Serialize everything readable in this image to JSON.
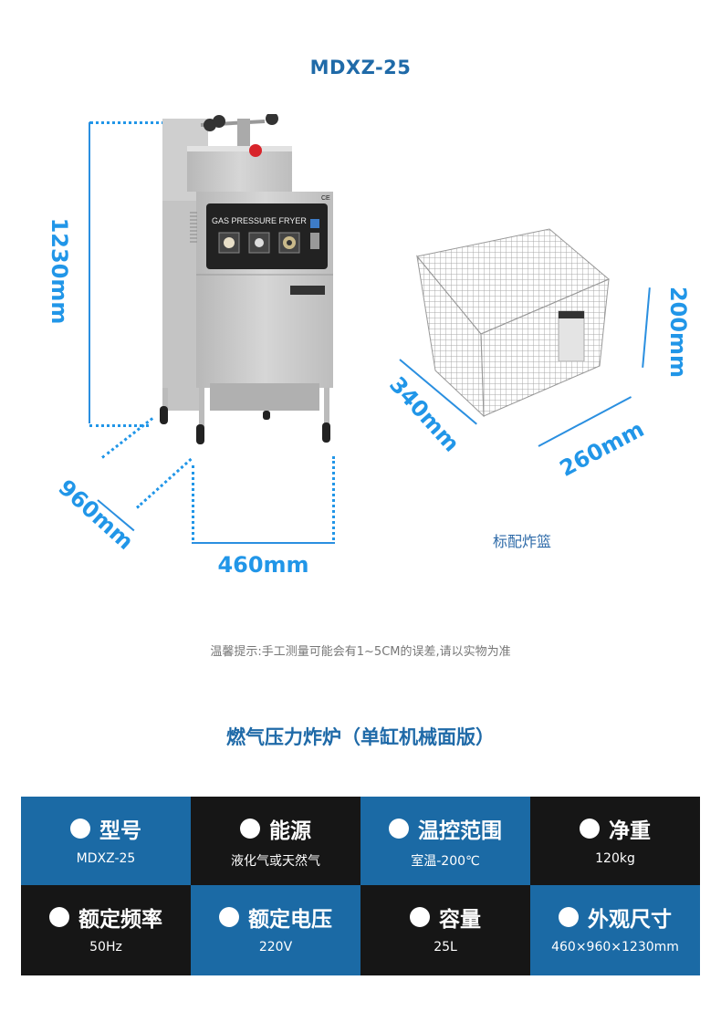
{
  "header": {
    "model": "MDXZ-25"
  },
  "fryer_figure": {
    "panel_label": "GAS PRESSURE FRYER",
    "ce_mark": "CE",
    "dimensions": {
      "height": "1230mm",
      "depth": "960mm",
      "width": "460mm"
    },
    "accent_color": "#2196e8"
  },
  "basket_figure": {
    "dimensions": {
      "height": "200mm",
      "length": "340mm",
      "width": "260mm"
    },
    "caption": "标配炸篮"
  },
  "note": "温馨提示:手工测量可能会有1~5CM的误差,请以实物为准",
  "section_title": "燃气压力炸炉（单缸机械面版）",
  "specs": [
    {
      "label": "型号",
      "value": "MDXZ-25",
      "bg": "blue"
    },
    {
      "label": "能源",
      "value": "液化气或天然气",
      "bg": "black"
    },
    {
      "label": "温控范围",
      "value": "室温-200℃",
      "bg": "blue"
    },
    {
      "label": "净重",
      "value": "120kg",
      "bg": "black"
    },
    {
      "label": "额定频率",
      "value": "50Hz",
      "bg": "black"
    },
    {
      "label": "额定电压",
      "value": "220V",
      "bg": "blue"
    },
    {
      "label": "容量",
      "value": "25L",
      "bg": "black"
    },
    {
      "label": "外观尺寸",
      "value": "460×960×1230mm",
      "bg": "blue"
    }
  ],
  "colors": {
    "blue": "#1b6aa5",
    "black": "#161616",
    "title_blue": "#1f6aa8"
  }
}
